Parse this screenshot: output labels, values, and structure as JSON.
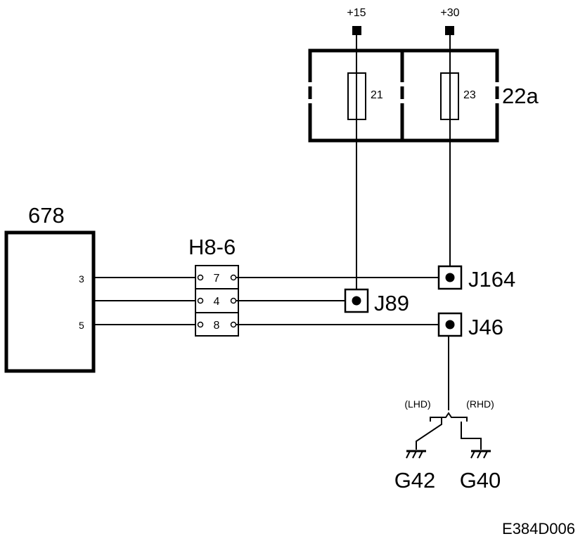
{
  "fuse_box": {
    "label": "22a",
    "supply_left": "+15",
    "supply_right": "+30",
    "fuse_left": "21",
    "fuse_right": "23"
  },
  "module": {
    "label": "678",
    "pins": [
      "3",
      "5"
    ]
  },
  "connector": {
    "label": "H8-6",
    "pins": [
      "7",
      "4",
      "8"
    ]
  },
  "junctions": {
    "j164": "J164",
    "j89": "J89",
    "j46": "J46"
  },
  "grounds": {
    "lhd_label": "(LHD)",
    "rhd_label": "(RHD)",
    "g42": "G42",
    "g40": "G40"
  },
  "diagram_code": "E384D006"
}
